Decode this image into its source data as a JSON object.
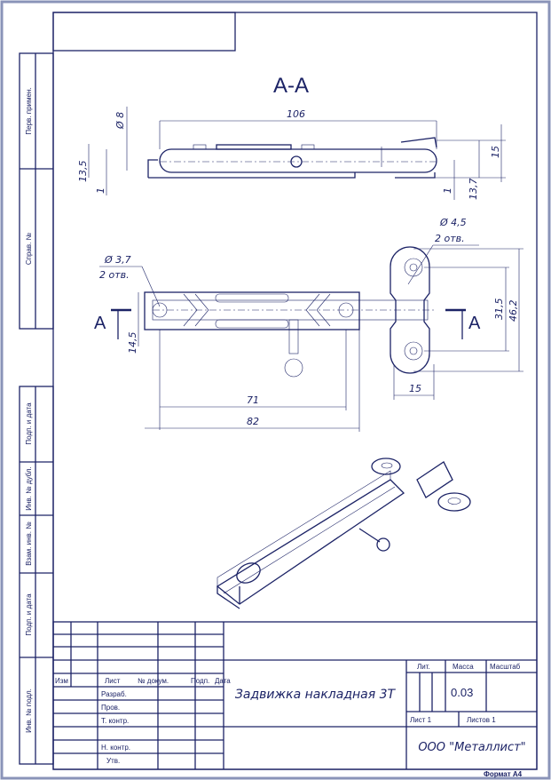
{
  "section_title": "А-А",
  "section_marker": "А",
  "dimensions_section": {
    "length": "106",
    "diameter": "Ø 8",
    "height_left": "13,5",
    "gap_left": "1",
    "height_right": "15",
    "gap_right": "1",
    "height_right2": "13,7"
  },
  "dimensions_plan": {
    "hole_left": "Ø 3,7",
    "hole_left_count": "2 отв.",
    "hole_right": "Ø 4,5",
    "hole_right_count": "2 отв.",
    "width_left": "14,5",
    "len_inner": "71",
    "len_outer": "82",
    "hole_spacing": "31,5",
    "height_total": "46,2",
    "bracket_width": "15"
  },
  "side_strip": [
    "Перв. примен.",
    "Справ. №",
    "Подп. и дата",
    "Инв. № дубл.",
    "Взам. инв. №",
    "Подп. и дата",
    "Инв. № подл."
  ],
  "title_block": {
    "headers": {
      "izm": "Изм",
      "list": "Лист",
      "doc_no": "№ докум.",
      "sign": "Подп.",
      "date": "Дата"
    },
    "roles": [
      "Разраб.",
      "Пров.",
      "Т. контр.",
      "Н. контр.",
      "Утв."
    ],
    "name": "Задвижка накладная 3Т",
    "lit_label": "Лит.",
    "mass_label": "Масса",
    "scale_label": "Масштаб",
    "mass": "0.03",
    "sheet": "Лист 1",
    "sheets": "Листов 1",
    "company": "ООО \"Металлист\"",
    "format": "Формат А4"
  }
}
